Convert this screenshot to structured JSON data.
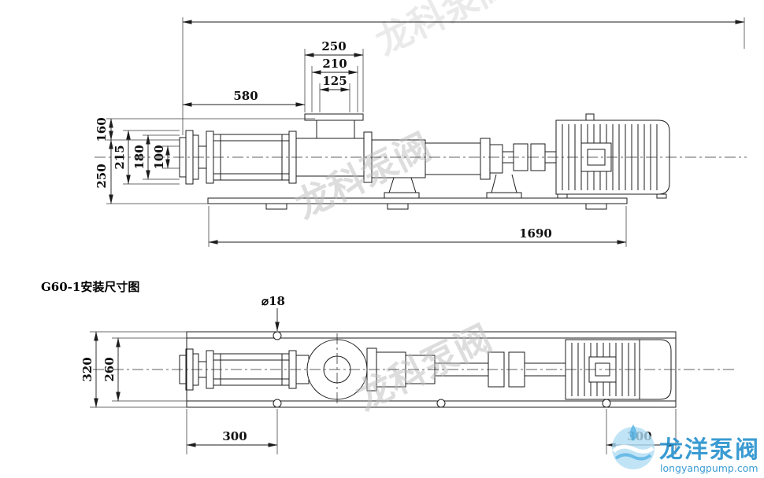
{
  "title": "G60-1安装尺寸图",
  "colors": {
    "line": "#1c1c1c",
    "logo_blue": "#2a93cf",
    "watermark_gray": "#bdbdbd",
    "background": "#ffffff"
  },
  "top_view": {
    "dim_250_top": "250",
    "dim_210": "210",
    "dim_125": "125",
    "dim_580": "580",
    "dim_160": "160",
    "dim_215": "215",
    "dim_180": "180",
    "dim_100": "100",
    "dim_250_vert": "250",
    "dim_1690": "1690"
  },
  "plan_view": {
    "dim_hole_dia": "⌀18",
    "dim_320": "320",
    "dim_260": "260",
    "dim_300_left": "300",
    "dim_300_right": "300"
  },
  "watermarks": {
    "diagonal_text": "龙科泵阀",
    "logo_name": "龙洋泵阀",
    "logo_site": "longyangpump.com"
  }
}
